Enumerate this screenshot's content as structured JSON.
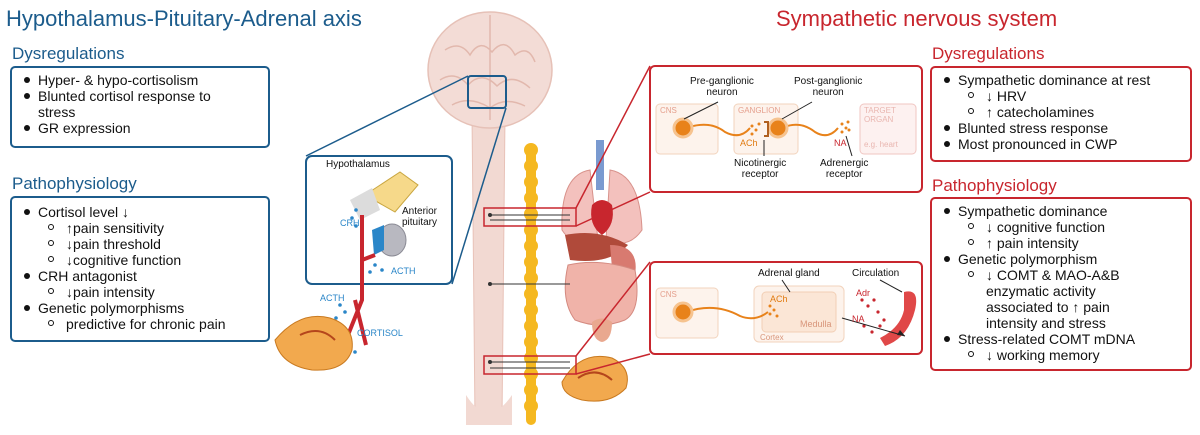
{
  "hpa": {
    "title": "Hypothalamus-Pituitary-Adrenal axis",
    "dysregulations": {
      "heading": "Dysregulations",
      "items": [
        "Hyper- & hypo-cortisolism",
        "Blunted cortisol response to",
        "stress",
        "GR expression"
      ]
    },
    "pathophysiology": {
      "heading": "Pathophysiology",
      "items": [
        "Cortisol level ↓",
        "↑pain sensitivity",
        "↓pain threshold",
        "↓cognitive function",
        "CRH antagonist",
        "↓pain intensity",
        "Genetic polymorphisms",
        "predictive for chronic pain"
      ]
    }
  },
  "sns": {
    "title": "Sympathetic nervous system",
    "dysregulations": {
      "heading": "Dysregulations",
      "items": [
        "Sympathetic dominance at rest",
        "↓ HRV",
        "↑ catecholamines",
        "Blunted stress response",
        "Most pronounced in CWP"
      ]
    },
    "pathophysiology": {
      "heading": "Pathophysiology",
      "items": [
        "Sympathetic dominance",
        "↓ cognitive function",
        "↑ pain intensity",
        "Genetic polymorphism",
        "↓ COMT & MAO-A&B",
        "enzymatic activity",
        "associated to ↑ pain",
        "intensity and stress",
        "Stress-related COMT mDNA",
        "↓ working memory"
      ]
    }
  },
  "diagram_labels": {
    "hypothalamus": "Hypothalamus",
    "anterior_pituitary": "Anterior\npituitary",
    "crh": "CRH",
    "acth_1": "ACTH",
    "acth_2": "ACTH",
    "cortisol": "CORTISOL",
    "pre_ganglionic": "Pre-ganglionic\nneuron",
    "post_ganglionic": "Post-ganglionic\nneuron",
    "cns_1": "CNS",
    "ganglion": "GANGLION",
    "target_organ": "TARGET\nORGAN",
    "eg_heart": "e.g. heart",
    "ach_1": "ACh",
    "na_1": "NA",
    "nicotinergic": "Nicotinergic\nreceptor",
    "adrenergic": "Adrenergic\nreceptor",
    "adrenal_gland": "Adrenal gland",
    "circulation": "Circulation",
    "cns_2": "CNS",
    "ach_2": "ACh",
    "medulla": "Medulla",
    "cortex": "Cortex",
    "adr": "Adr",
    "na_2": "NA"
  },
  "colors": {
    "hpa_blue": "#1c5c8c",
    "sns_red": "#c8262e",
    "spine_yellow": "#f5b820",
    "neuron_orange": "#e8821a",
    "body_pink": "#f0d2cc"
  }
}
